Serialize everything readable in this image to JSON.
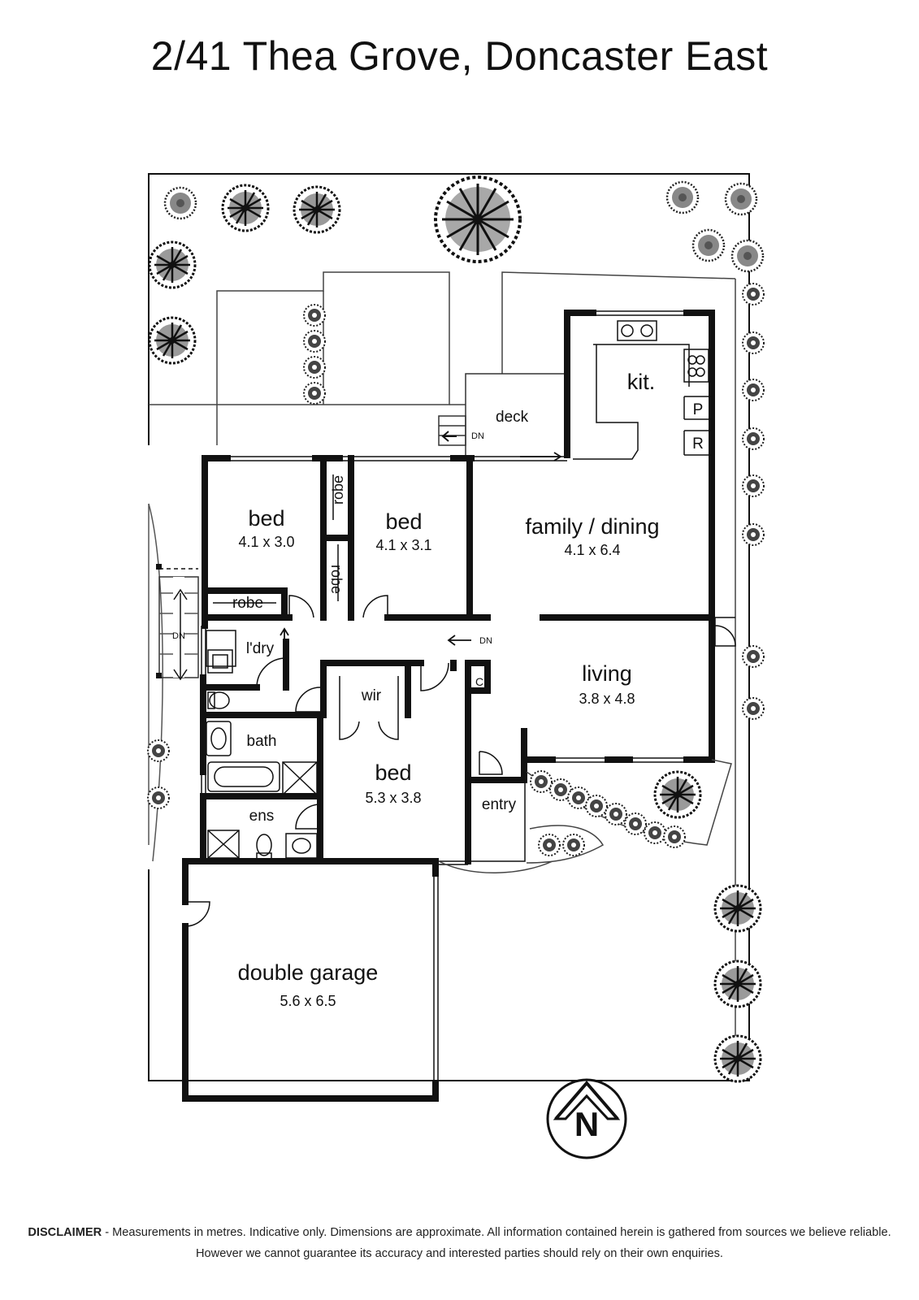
{
  "title": "2/41 Thea Grove, Doncaster East",
  "rooms": {
    "bed1": {
      "name": "bed",
      "dims": "4.1 x 3.0"
    },
    "bed2": {
      "name": "bed",
      "dims": "4.1 x 3.1"
    },
    "family": {
      "name": "family / dining",
      "dims": "4.1 x 6.4"
    },
    "living": {
      "name": "living",
      "dims": "3.8 x 4.8"
    },
    "bed3": {
      "name": "bed",
      "dims": "5.3 x 3.8"
    },
    "garage": {
      "name": "double garage",
      "dims": "5.6 x 6.5"
    }
  },
  "labels": {
    "kitchen": "kit.",
    "pantry": "P",
    "fridge": "R",
    "deck": "deck",
    "down": "DN",
    "robe": "robe",
    "laundry": "l'dry",
    "wir": "wir",
    "cupboard": "C",
    "bath": "bath",
    "ensuite": "ens",
    "entry": "entry",
    "north": "N"
  },
  "disclaimer": {
    "heading": "DISCLAIMER",
    "text": " - Measurements in metres. Indicative only. Dimensions are approximate. All information contained herein is gathered from sources we believe reliable. However we cannot guarantee its accuracy and interested parties should rely on their own enquiries."
  }
}
